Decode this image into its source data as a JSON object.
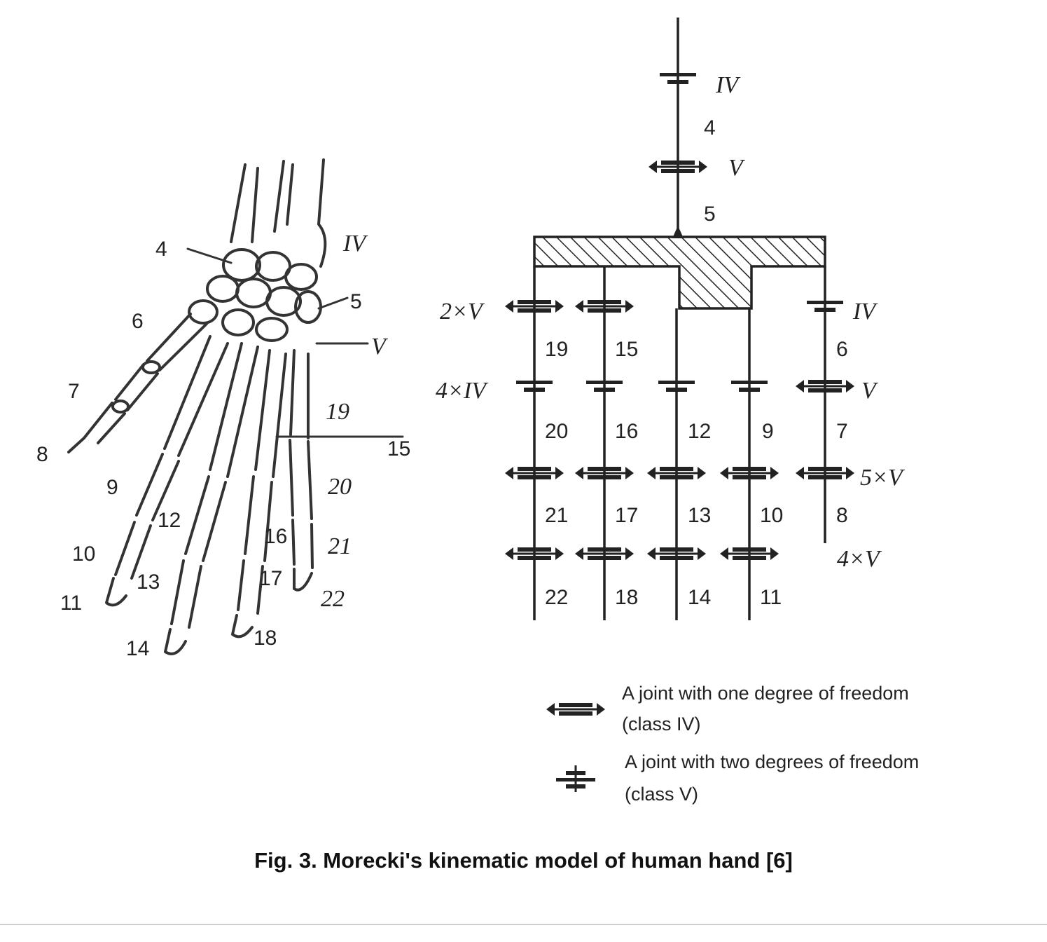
{
  "figure": {
    "caption": "Fig. 3. Morecki's kinematic model of human hand [6]",
    "hand_labels": {
      "4": "4",
      "IV": "IV",
      "5": "5",
      "V": "V",
      "6": "6",
      "7": "7",
      "8": "8",
      "9": "9",
      "10": "10",
      "11": "11",
      "12": "12",
      "13": "13",
      "14": "14",
      "15": "15",
      "16": "16",
      "17": "17",
      "18": "18",
      "19": "19",
      "20": "20",
      "21": "21",
      "22": "22"
    },
    "scheme_labels": {
      "top_class": "IV",
      "top_link": "4",
      "second_class": "V",
      "second_link": "5",
      "row1_mult": "2×V",
      "row1_right": "IV",
      "row2_mult": "4×IV",
      "row2_right": "V",
      "row3_right": "5×V",
      "row4_right": "4×V",
      "links_row1": [
        "19",
        "15",
        "6"
      ],
      "links_row2": [
        "20",
        "16",
        "12",
        "9",
        "7"
      ],
      "links_row3": [
        "21",
        "17",
        "13",
        "10",
        "8"
      ],
      "links_row4": [
        "22",
        "18",
        "14",
        "11"
      ]
    },
    "legend": [
      {
        "icon": "joint-one-dof-icon",
        "line1": "A joint with one degree of freedom",
        "line2": "(class IV)"
      },
      {
        "icon": "joint-two-dof-icon",
        "line1": "A joint with two degrees of freedom",
        "line2": "(class V)"
      }
    ]
  }
}
